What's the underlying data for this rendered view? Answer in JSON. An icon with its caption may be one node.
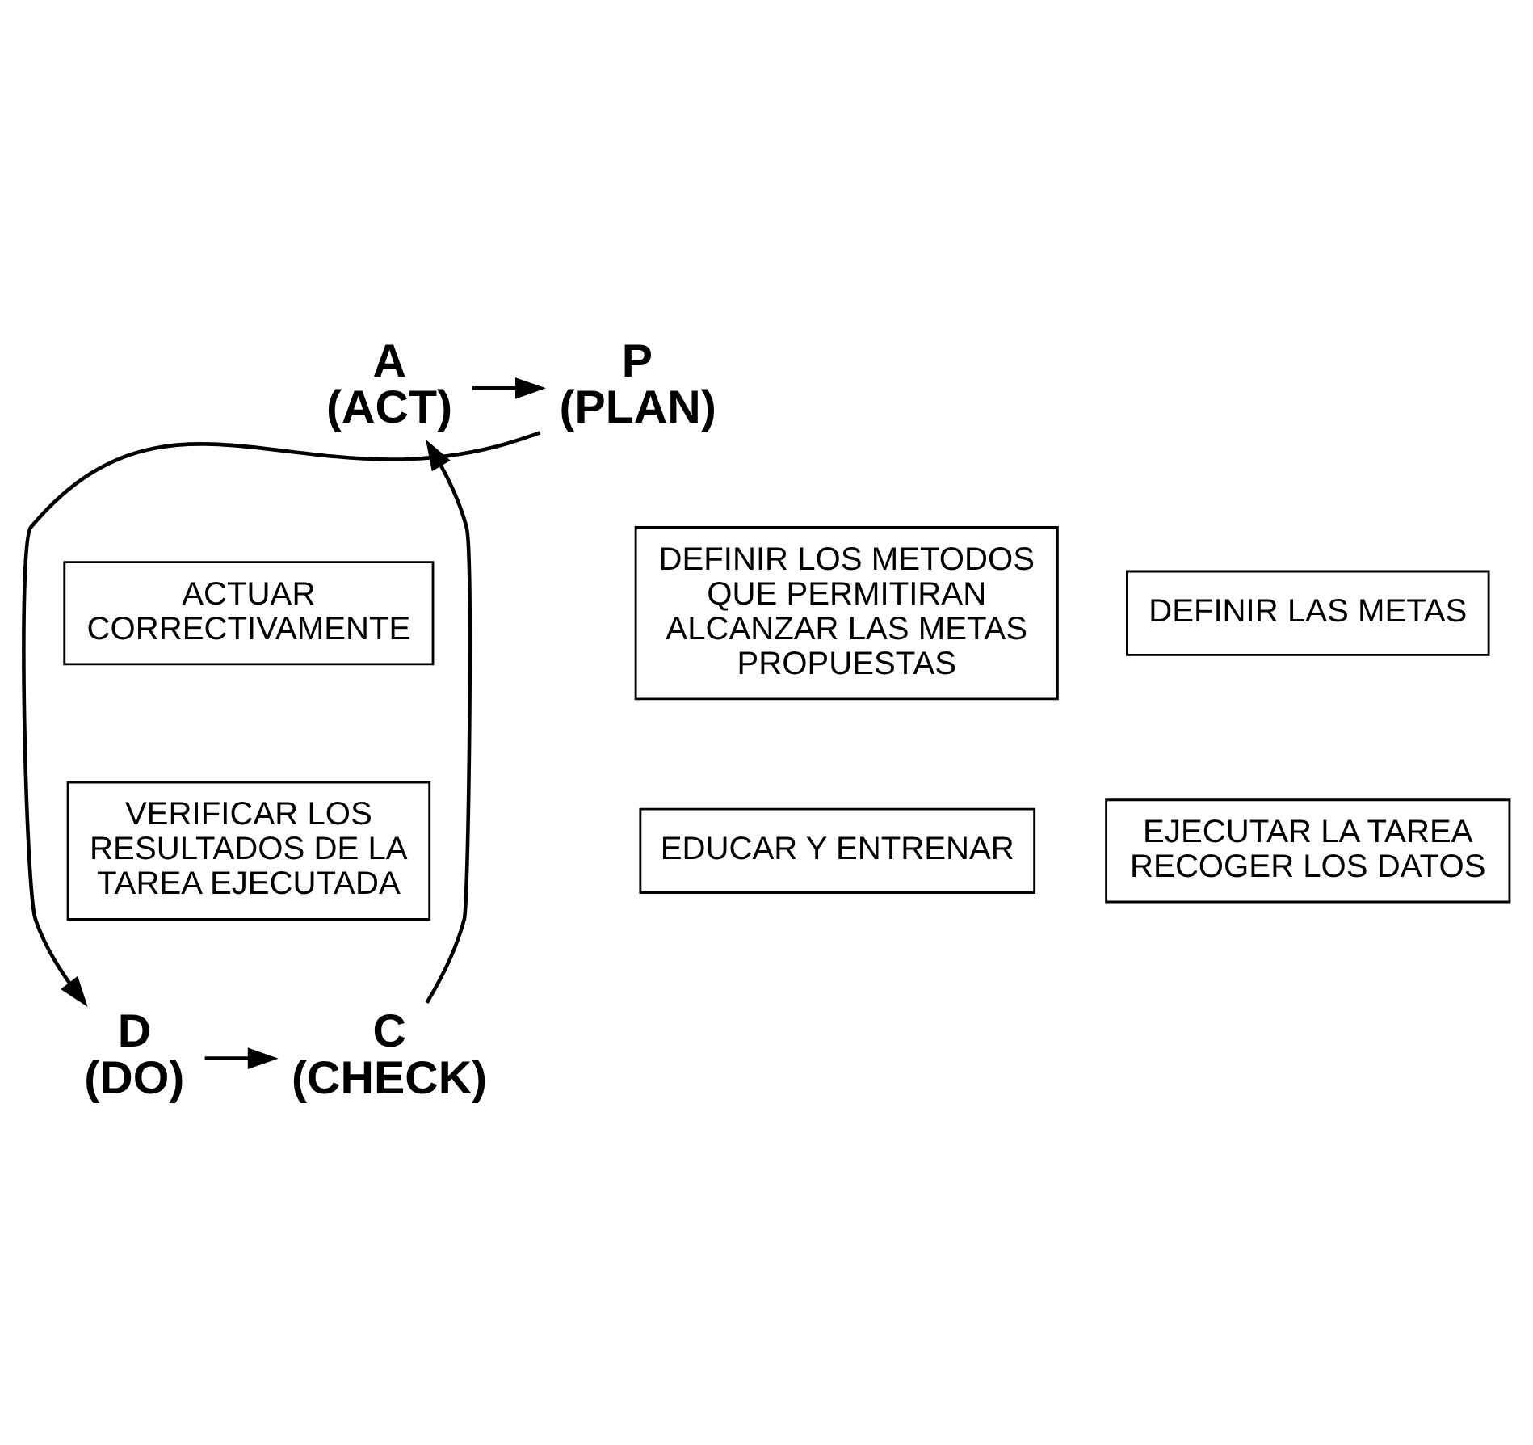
{
  "diagram": {
    "nodes": [
      {
        "text": [
          "A",
          "(ACT)"
        ]
      },
      {
        "text": [
          "P",
          "(PLAN)"
        ]
      },
      {
        "text": [
          "DEFINIR LAS METAS"
        ]
      },
      {
        "text": [
          "ACTUAR CORRECTIVAMENTE"
        ]
      },
      {
        "text": [
          "DEFINIR LOS METODOS QUE PERMITIRAN ALCANZAR LAS METAS PROPUESTAS"
        ]
      },
      {
        "text": [
          "VERIFICAR LOS RESULTADOS DE LA TAREA EJECUTADA"
        ]
      },
      {
        "text": [
          "EDUCAR Y ENTRENAR"
        ]
      },
      {
        "text": [
          "EJECUTAR LA TAREA RECOGER LOS DATOS"
        ]
      },
      {
        "text": [
          "C",
          "(CHECK)"
        ]
      },
      {
        "text": [
          "D",
          "(DO)"
        ]
      }
    ],
    "edges": [
      {
        "from": 0,
        "to": 1,
        "arrow": "to"
      },
      {
        "from": 1,
        "to": 9,
        "arrow": "to"
      },
      {
        "from": 9,
        "to": 8,
        "arrow": "to"
      },
      {
        "from": 8,
        "to": 0,
        "arrow": "to"
      }
    ]
  }
}
